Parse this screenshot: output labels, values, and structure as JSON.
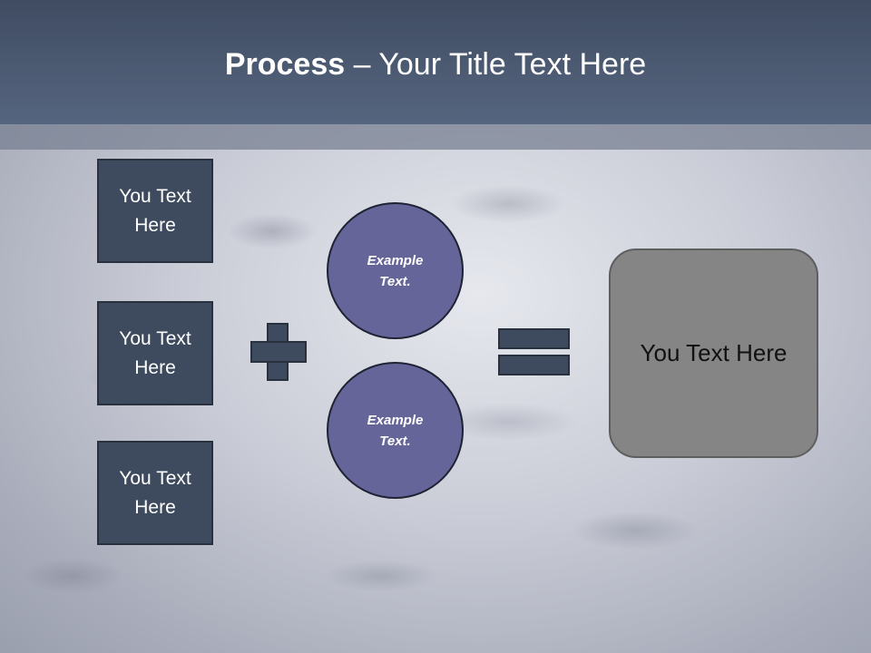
{
  "slide": {
    "title_bold": "Process",
    "title_rest": " – Your Title Text Here",
    "boxes": [
      {
        "label": "You Text Here"
      },
      {
        "label": "You Text Here"
      },
      {
        "label": "You Text Here"
      }
    ],
    "circles": [
      {
        "label": "Example Text."
      },
      {
        "label": "Example Text."
      }
    ],
    "result": {
      "label": "You Text Here"
    },
    "operators": {
      "plus": "plus-icon",
      "equals": "equals-icon"
    },
    "colors": {
      "header": "#4a5870",
      "box_fill": "#3e4a5d",
      "circle_fill": "#65659a",
      "result_fill": "#858585"
    }
  }
}
